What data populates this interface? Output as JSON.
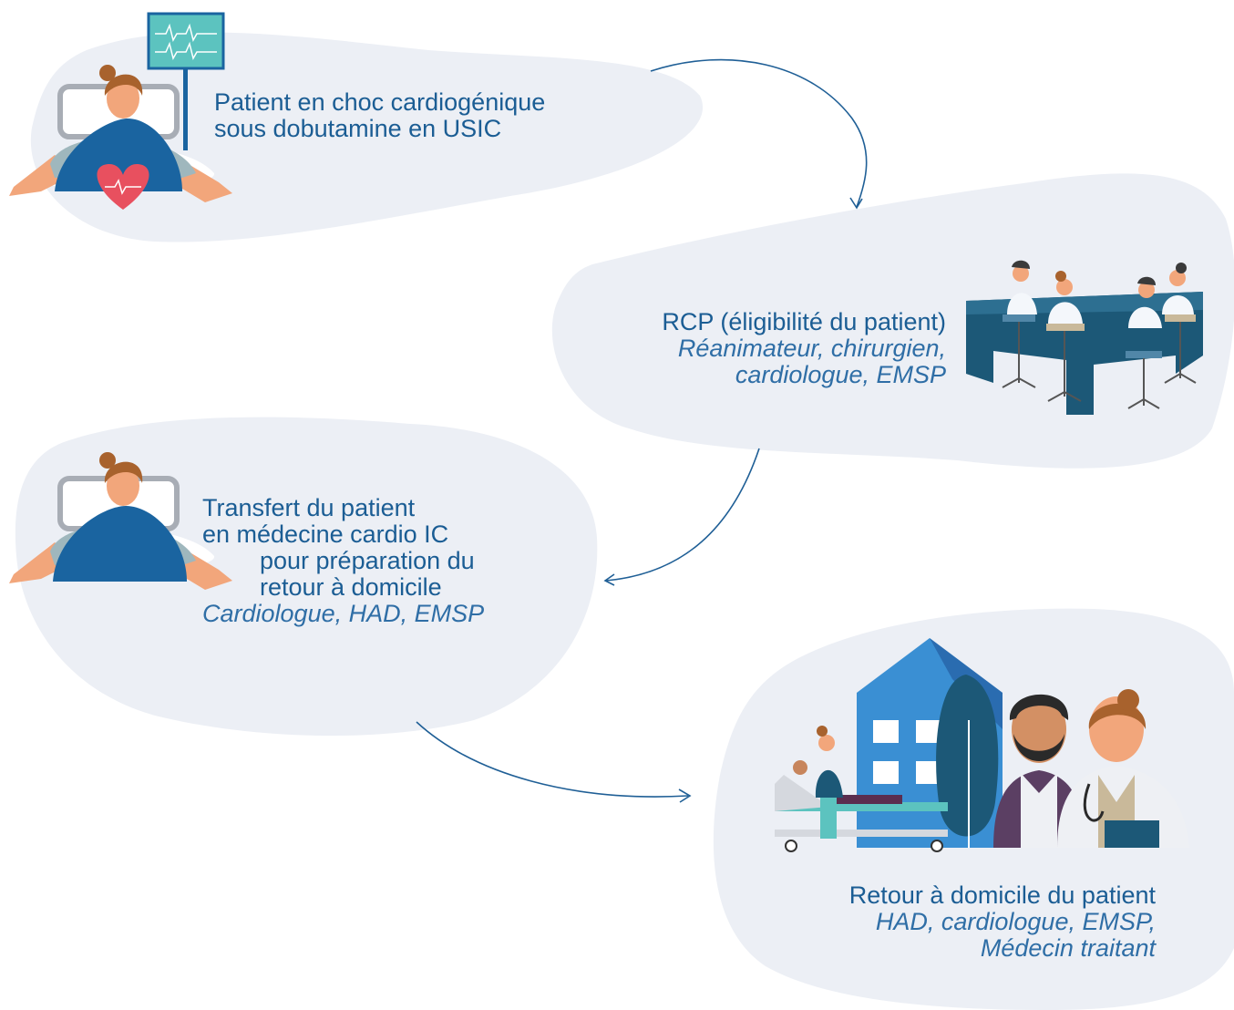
{
  "steps": {
    "usic": {
      "title_lines": [
        "Patient en choc cardiogénique",
        "sous dobutamine en USIC"
      ]
    },
    "rcp": {
      "title": "RCP (éligibilité du patient)",
      "subtitle_lines": [
        "Réanimateur, chirurgien,",
        "cardiologue, EMSP"
      ]
    },
    "transfert": {
      "title_lines": [
        "Transfert du patient",
        "en médecine cardio IC",
        "pour préparation du",
        "retour à domicile"
      ],
      "subtitle": "Cardiologue, HAD, EMSP"
    },
    "retour": {
      "title": "Retour à domicile du patient",
      "subtitle_lines": [
        "HAD, cardiologue, EMSP,",
        "Médecin traitant"
      ]
    }
  },
  "colors": {
    "blob": "#eceff5",
    "text": "#1b5d94",
    "arrow": "#1f5f96",
    "blanket": "#1a64a0",
    "skin": "#f2a67b",
    "hair": "#a8622d",
    "heart": "#e8505f",
    "monitor": "#5cc3bf",
    "building": "#3a8fd3",
    "table": "#1c5877"
  }
}
